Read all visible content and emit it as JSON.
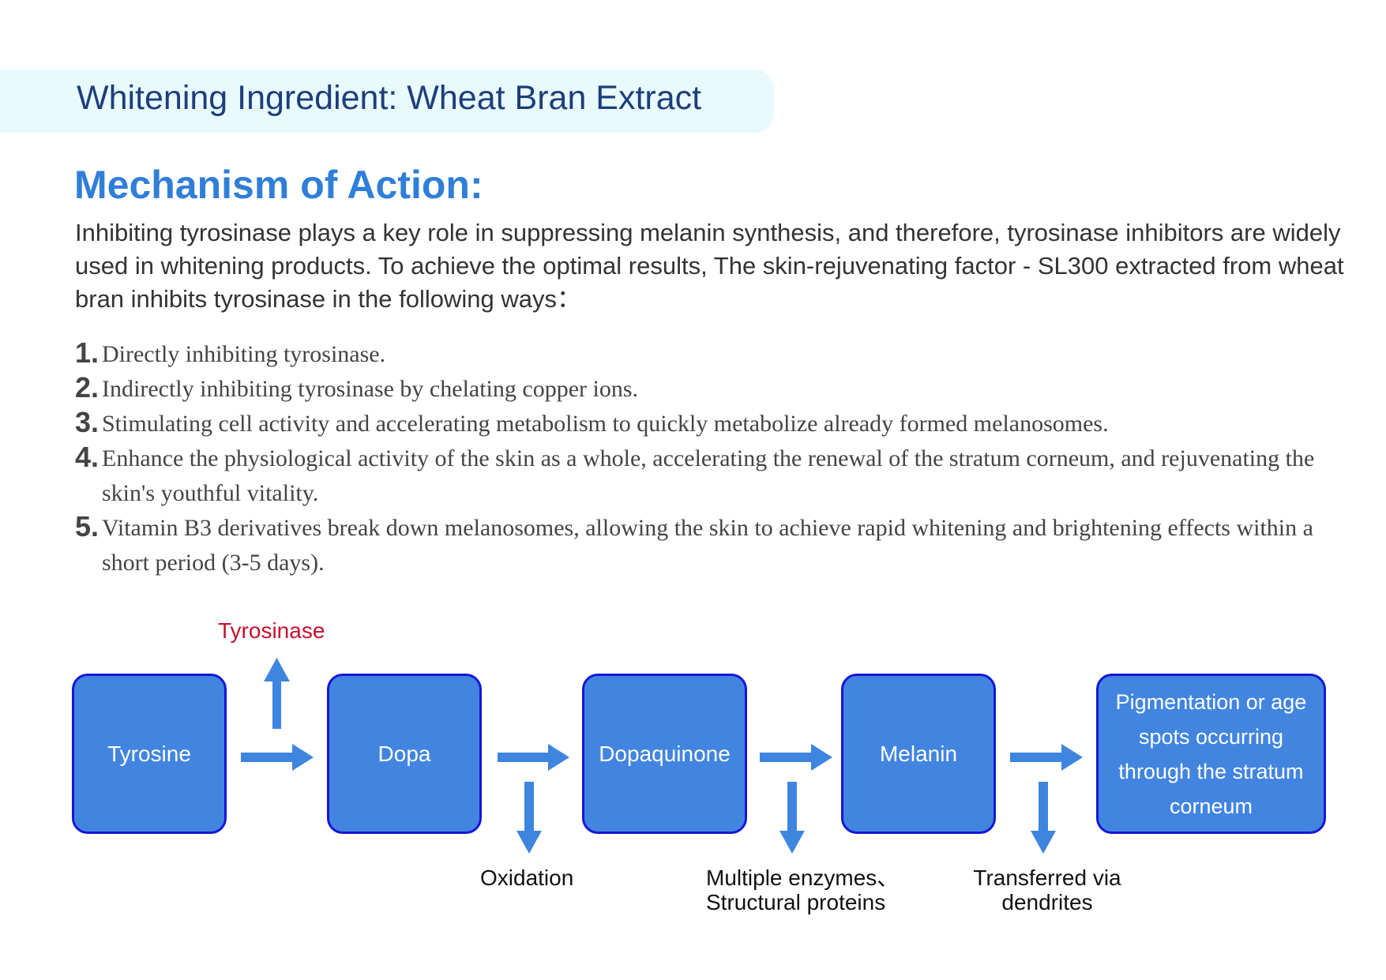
{
  "header": {
    "banner_title": "Whitening Ingredient: Wheat Bran Extract",
    "section_title": "Mechanism of Action:",
    "intro": "Inhibiting tyrosinase plays a key role in suppressing melanin synthesis, and therefore, tyrosinase inhibitors are widely used in whitening products.  To achieve the optimal results, The skin-rejuvenating factor - SL300 extracted from wheat bran inhibits tyrosinase in the following ways："
  },
  "steps": [
    {
      "num": "1.",
      "text": "Directly inhibiting tyrosinase."
    },
    {
      "num": "2.",
      "text": "Indirectly inhibiting tyrosinase by chelating copper ions."
    },
    {
      "num": "3.",
      "text": "Stimulating cell activity and accelerating metabolism to quickly metabolize already formed melanosomes."
    },
    {
      "num": "4.",
      "text": "Enhance the physiological activity of the skin as a whole, accelerating the renewal of the stratum corneum, and rejuvenating the skin's youthful vitality."
    },
    {
      "num": "5.",
      "text": "Vitamin B3 derivatives break down melanosomes, allowing the skin to achieve rapid whitening and brightening effects within a short period (3-5 days)."
    }
  ],
  "diagram": {
    "nodes": [
      "Tyrosine",
      "Dopa",
      "Dopaquinone",
      "Melanin",
      "Pigmentation or age spots occurring through the stratum corneum"
    ],
    "enzyme_label": "Tyrosinase",
    "side_labels": {
      "oxidation": "Oxidation",
      "enzymes_line1": "Multiple enzymes、",
      "enzymes_line2": "Structural proteins",
      "transfer_line1": "Transferred via",
      "transfer_line2": "dendrites"
    },
    "colors": {
      "box_fill": "#4285e0",
      "box_border": "#1616d6",
      "arrow": "#3d85de",
      "enzyme_label": "#c8102e",
      "title": "#2f7ed8"
    }
  }
}
